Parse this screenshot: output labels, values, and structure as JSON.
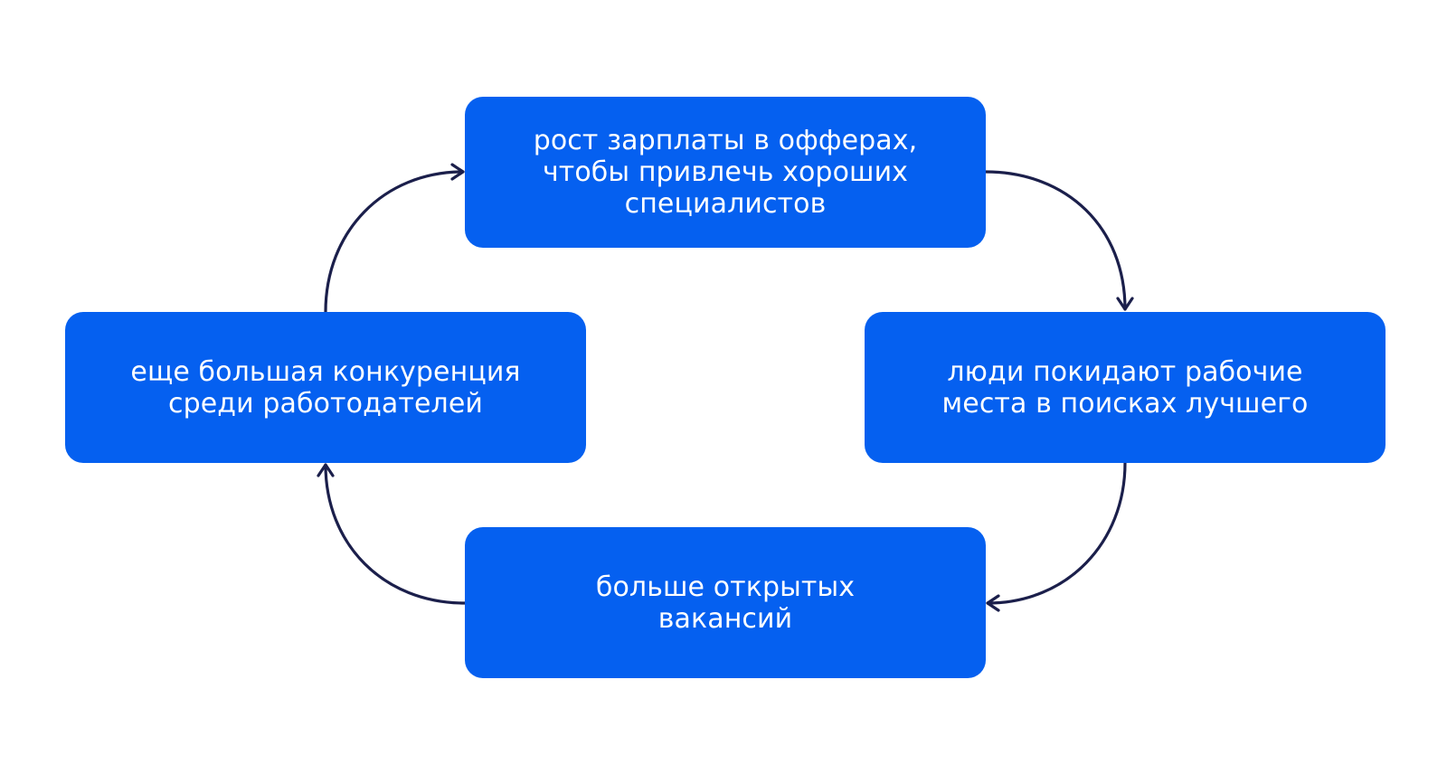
{
  "colors": {
    "box_fill": "#0560F0",
    "box_text": "#FFFFFF",
    "arrow": "#1B1F4B",
    "background": "#FFFFFF"
  },
  "cycle": {
    "top": {
      "label": "рост зарплаты в офферах,\nчтобы привлечь хороших\nспециалистов"
    },
    "right": {
      "label": "люди покидают рабочие\nместа в поисках лучшего"
    },
    "bottom": {
      "label": "больше открытых\nвакансий"
    },
    "left": {
      "label": "еще большая конкуренция\nсреди работодателей"
    }
  },
  "flow": [
    {
      "from": "top",
      "to": "right",
      "icon": "arrow-right-to-down-icon"
    },
    {
      "from": "right",
      "to": "bottom",
      "icon": "arrow-down-to-left-icon"
    },
    {
      "from": "bottom",
      "to": "left",
      "icon": "arrow-left-to-up-icon"
    },
    {
      "from": "left",
      "to": "top",
      "icon": "arrow-up-to-right-icon"
    }
  ]
}
